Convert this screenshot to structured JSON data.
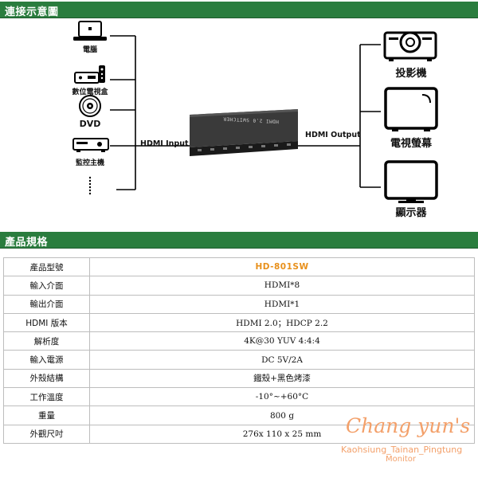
{
  "sections": {
    "connection": "連接示意圖",
    "specs": "產品規格"
  },
  "diagram": {
    "inputs": [
      {
        "label": "電腦",
        "icon": "laptop-icon"
      },
      {
        "label": "數位電視盒",
        "icon": "set-top-box-icon"
      },
      {
        "label": "DVD",
        "icon": "dvd-disc-icon"
      },
      {
        "label": "監控主機",
        "icon": "dvr-icon"
      }
    ],
    "input_connector": "HDMI Input",
    "output_connector": "HDMI Output",
    "switcher_label": "HDMI 2.0 SWITCHER",
    "outputs": [
      {
        "label": "投影機",
        "icon": "projector-icon"
      },
      {
        "label": "電視螢幕",
        "icon": "tv-icon"
      },
      {
        "label": "顯示器",
        "icon": "monitor-icon"
      }
    ]
  },
  "specs": [
    {
      "key": "產品型號",
      "value": "HD-801SW"
    },
    {
      "key": "輸入介面",
      "value": "HDMI*8"
    },
    {
      "key": "輸出介面",
      "value": "HDMI*1"
    },
    {
      "key": "HDMI 版本",
      "value": "HDMI 2.0；HDCP 2.2"
    },
    {
      "key": "解析度",
      "value": "4K@30 YUV 4:4:4"
    },
    {
      "key": "輸入電源",
      "value": "DC 5V/2A"
    },
    {
      "key": "外殼結構",
      "value": "鐵殼+黑色烤漆"
    },
    {
      "key": "工作溫度",
      "value": "-10°~+60°C"
    },
    {
      "key": "重量",
      "value": "800 g"
    },
    {
      "key": "外觀尺吋",
      "value": "276x 110 x 25 mm"
    }
  ],
  "watermark": {
    "brand": "Chang yun's",
    "line1": "Kaohsiung_Tainan_Pingtung",
    "line2": "Monitor"
  },
  "colors": {
    "section_bar": "#2a7d3e",
    "model_text": "#e8901b",
    "watermark": "#f3a06a"
  }
}
